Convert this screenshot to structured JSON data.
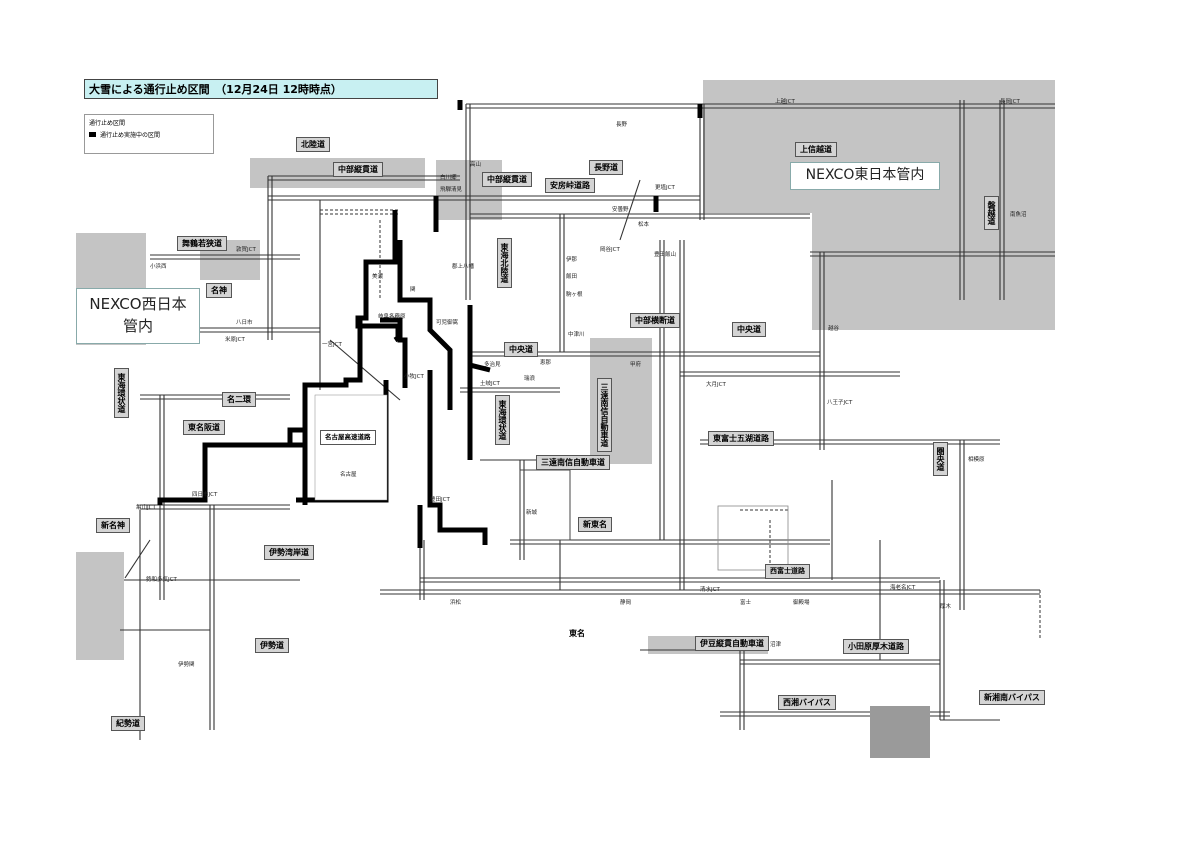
{
  "header": {
    "title": "大雪による通行止め区間　（12月24日 12時時点）"
  },
  "legend": {
    "heading": "通行止め区間",
    "item": "通行止め実施中の区間"
  },
  "regions": {
    "west": "NEXCO西日本\n管内",
    "east": "NEXCO東日本管内"
  },
  "colors": {
    "closed_section": "#000000",
    "other_company_area": "#c0c0c0",
    "title_fill": "#c8f0f2",
    "road": "#555555"
  },
  "roads": [
    {
      "id": "hokuriku",
      "label": "北陸道"
    },
    {
      "id": "chubu-jukan-1",
      "label": "中部縦貫道"
    },
    {
      "id": "chubu-jukan-2",
      "label": "中部縦貫道"
    },
    {
      "id": "nagano",
      "label": "長野道"
    },
    {
      "id": "anbou",
      "label": "安房峠道路"
    },
    {
      "id": "joshinetsu",
      "label": "上信越道"
    },
    {
      "id": "bane",
      "label": "磐越道"
    },
    {
      "id": "maizuru",
      "label": "舞鶴若狭道"
    },
    {
      "id": "meishin",
      "label": "名神"
    },
    {
      "id": "tokai-hokuriku",
      "label": "東海北陸道"
    },
    {
      "id": "chuo-1",
      "label": "中央道"
    },
    {
      "id": "chubu-odan",
      "label": "中部横断道"
    },
    {
      "id": "chuo-2",
      "label": "中央道"
    },
    {
      "id": "tokai-kanjo",
      "label": "東海環状道"
    },
    {
      "id": "meinikan",
      "label": "名二環"
    },
    {
      "id": "tomei-han",
      "label": "東名阪道"
    },
    {
      "id": "nagoya-kosoku",
      "label": "名古屋高速道路"
    },
    {
      "id": "tokai-kanjo-2",
      "label": "東海環状道"
    },
    {
      "id": "sanen-1",
      "label": "三遠南信自動車道"
    },
    {
      "id": "sanen-2",
      "label": "三遠南信自動車道"
    },
    {
      "id": "higashi-fuji",
      "label": "東富士五湖道路"
    },
    {
      "id": "kenodo",
      "label": "圏央道"
    },
    {
      "id": "shin-meishin",
      "label": "新名神"
    },
    {
      "id": "shin-tomei",
      "label": "新東名"
    },
    {
      "id": "isewangan",
      "label": "伊勢湾岸道"
    },
    {
      "id": "nishi-fuji",
      "label": "西富士道路"
    },
    {
      "id": "tomei",
      "label": "東名"
    },
    {
      "id": "izu-jukan",
      "label": "伊豆縦貫自動車道"
    },
    {
      "id": "odawara-atsugi",
      "label": "小田原厚木道路"
    },
    {
      "id": "ise",
      "label": "伊勢道"
    },
    {
      "id": "nishi-bypass",
      "label": "西湘バイパス"
    },
    {
      "id": "shin-shonan",
      "label": "新湘南バイパス"
    },
    {
      "id": "kisei",
      "label": "紀勢道"
    }
  ],
  "places": [
    "上越JCT",
    "長岡JCT",
    "越谷",
    "南魚沼",
    "小浜西",
    "敦賀JCT",
    "米原JCT",
    "八日市",
    "一宮JCT",
    "小牧JCT",
    "土岐JCT",
    "豊田JCT",
    "名古屋",
    "四日市JCT",
    "亀山JCT",
    "伊勢関",
    "勢和多気JCT",
    "新城",
    "浜松",
    "静岡",
    "清水JCT",
    "富士",
    "御殿場",
    "沼津",
    "厚木",
    "海老名JCT",
    "八王子JCT",
    "相模原",
    "甲府",
    "大月JCT",
    "岡谷JCT",
    "松本",
    "安曇野",
    "豊田飯山",
    "更埴JCT",
    "長野",
    "高山",
    "白川郷",
    "飛騨清見",
    "郡上八幡",
    "美濃",
    "関",
    "岐阜各務原",
    "可児御嵩",
    "多治見",
    "瑞浪",
    "恵那",
    "中津川",
    "飯田",
    "駒ヶ根",
    "伊那"
  ]
}
